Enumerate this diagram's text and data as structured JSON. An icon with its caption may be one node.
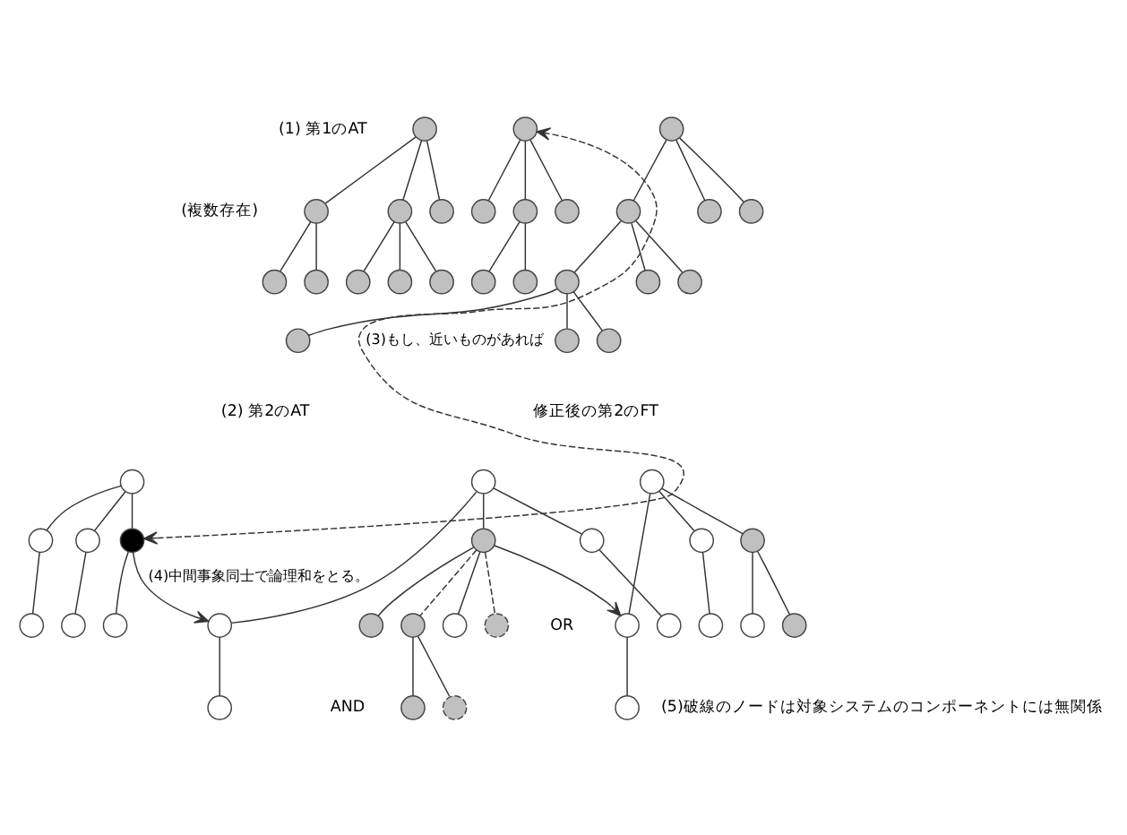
{
  "diagram": {
    "nodes": [
      {
        "text": [],
        "shape": "circle"
      },
      {
        "text": [],
        "shape": "circle"
      },
      {
        "text": [],
        "shape": "circle"
      },
      {
        "text": [],
        "shape": "circle"
      },
      {
        "text": [],
        "shape": "circle"
      },
      {
        "text": [],
        "shape": "circle"
      },
      {
        "text": [],
        "shape": "circle"
      },
      {
        "text": [],
        "shape": "circle"
      },
      {
        "text": [],
        "shape": "circle"
      },
      {
        "text": [],
        "shape": "circle"
      },
      {
        "text": [],
        "shape": "circle"
      },
      {
        "text": [],
        "shape": "circle"
      },
      {
        "text": [],
        "shape": "circle"
      },
      {
        "text": [],
        "shape": "circle"
      },
      {
        "text": [],
        "shape": "circle"
      },
      {
        "text": [],
        "shape": "circle"
      },
      {
        "text": [],
        "shape": "circle"
      },
      {
        "text": [],
        "shape": "circle"
      },
      {
        "text": [],
        "shape": "circle"
      },
      {
        "text": [],
        "shape": "circle"
      },
      {
        "text": [],
        "shape": "circle"
      },
      {
        "text": [],
        "shape": "circle"
      },
      {
        "text": [],
        "shape": "circle"
      },
      {
        "text": [],
        "shape": "circle"
      },
      {
        "text": [],
        "shape": "circle"
      },
      {
        "text": [],
        "shape": "circle"
      },
      {
        "text": [],
        "shape": "circle"
      },
      {
        "text": [],
        "shape": "circle"
      },
      {
        "text": [],
        "shape": "circle"
      },
      {
        "text": [],
        "shape": "circle"
      },
      {
        "text": [],
        "shape": "circle"
      },
      {
        "text": [],
        "shape": "circle"
      },
      {
        "text": [],
        "shape": "circle"
      },
      {
        "text": [],
        "shape": "circle"
      },
      {
        "text": [],
        "shape": "circle"
      },
      {
        "text": [],
        "shape": "circle"
      },
      {
        "text": [],
        "shape": "circle"
      },
      {
        "text": [],
        "shape": "circle"
      },
      {
        "text": [],
        "shape": "circle"
      },
      {
        "text": [],
        "shape": "circle"
      },
      {
        "text": [],
        "shape": "circle"
      },
      {
        "text": [],
        "shape": "circle"
      },
      {
        "text": [],
        "shape": "circle"
      },
      {
        "text": [],
        "shape": "circle"
      },
      {
        "text": [],
        "shape": "circle"
      },
      {
        "text": [],
        "shape": "circle"
      },
      {
        "text": [],
        "shape": "circle"
      },
      {
        "text": [],
        "shape": "circle"
      },
      {
        "text": [],
        "shape": "circle"
      },
      {
        "text": [],
        "shape": "circle"
      },
      {
        "text": [],
        "shape": "circle"
      },
      {
        "text": [],
        "shape": "circle"
      }
    ],
    "edges": [
      {
        "from": 0,
        "to": 1,
        "arrow": "none"
      },
      {
        "from": 0,
        "to": 2,
        "arrow": "none"
      },
      {
        "from": 0,
        "to": 3,
        "arrow": "none"
      },
      {
        "from": 1,
        "to": 4,
        "arrow": "none"
      },
      {
        "from": 1,
        "to": 5,
        "arrow": "none"
      },
      {
        "from": 2,
        "to": 6,
        "arrow": "none"
      },
      {
        "from": 2,
        "to": 7,
        "arrow": "none"
      },
      {
        "from": 2,
        "to": 8,
        "arrow": "none"
      },
      {
        "from": 9,
        "to": 10,
        "arrow": "none"
      },
      {
        "from": 9,
        "to": 11,
        "arrow": "none"
      },
      {
        "from": 9,
        "to": 12,
        "arrow": "none"
      },
      {
        "from": 11,
        "to": 13,
        "arrow": "none"
      },
      {
        "from": 11,
        "to": 14,
        "arrow": "none"
      },
      {
        "from": 15,
        "to": 16,
        "arrow": "none"
      },
      {
        "from": 15,
        "to": 17,
        "arrow": "none"
      },
      {
        "from": 15,
        "to": 18,
        "arrow": "none"
      },
      {
        "from": 18,
        "to": 19,
        "arrow": "none"
      },
      {
        "from": 18,
        "to": 20,
        "arrow": "none"
      },
      {
        "from": 18,
        "to": 21,
        "arrow": "none"
      },
      {
        "from": 19,
        "to": 22,
        "arrow": "none"
      },
      {
        "from": 19,
        "to": 23,
        "arrow": "none"
      },
      {
        "from": 19,
        "to": 24,
        "arrow": "none"
      },
      {
        "from": 25,
        "to": 26,
        "arrow": "none"
      },
      {
        "from": 25,
        "to": 27,
        "arrow": "none"
      },
      {
        "from": 25,
        "to": 28,
        "arrow": "none"
      },
      {
        "from": 26,
        "to": 29,
        "arrow": "none"
      },
      {
        "from": 27,
        "to": 30,
        "arrow": "none"
      },
      {
        "from": 28,
        "to": 31,
        "arrow": "none"
      },
      {
        "from": 32,
        "to": 33,
        "arrow": "none"
      },
      {
        "from": 32,
        "to": 34,
        "arrow": "none"
      },
      {
        "from": 32,
        "to": 35,
        "arrow": "none"
      },
      {
        "from": 33,
        "to": 36,
        "arrow": "none"
      },
      {
        "from": 34,
        "to": 37,
        "arrow": "none"
      },
      {
        "from": 35,
        "to": 38,
        "arrow": "none"
      },
      {
        "from": 35,
        "to": 39,
        "arrow": "none",
        "style": "dashed"
      },
      {
        "from": 35,
        "to": 40,
        "arrow": "none"
      },
      {
        "from": 35,
        "to": 41,
        "arrow": "none",
        "style": "dashed"
      },
      {
        "from": 39,
        "to": 42,
        "arrow": "none"
      },
      {
        "from": 39,
        "to": 43,
        "arrow": "none"
      },
      {
        "from": 44,
        "to": 45,
        "arrow": "none"
      },
      {
        "from": 44,
        "to": 46,
        "arrow": "none"
      },
      {
        "from": 44,
        "to": 47,
        "arrow": "none"
      },
      {
        "from": 45,
        "to": 48,
        "arrow": "none"
      },
      {
        "from": 46,
        "to": 49,
        "arrow": "none"
      },
      {
        "from": 47,
        "to": 50,
        "arrow": "none"
      },
      {
        "from": 47,
        "to": 51,
        "arrow": "none"
      },
      {
        "from": 28,
        "to": 9,
        "arrow": "both",
        "style": "dashed",
        "label": "(3)もし、近いものがあれば"
      },
      {
        "from": 28,
        "to": 33,
        "arrow": "to",
        "label": "(4)中間事象同士で論理和をとる。"
      },
      {
        "from": 35,
        "to": 45,
        "arrow": "to"
      }
    ],
    "labels": [
      "(1) 第1のAT",
      "(複数存在)",
      "(2) 第2のAT",
      "修正後の第2のFT",
      "OR",
      "AND",
      "(5)破線のノードは対象システムのコンポーネントには無関係"
    ]
  }
}
